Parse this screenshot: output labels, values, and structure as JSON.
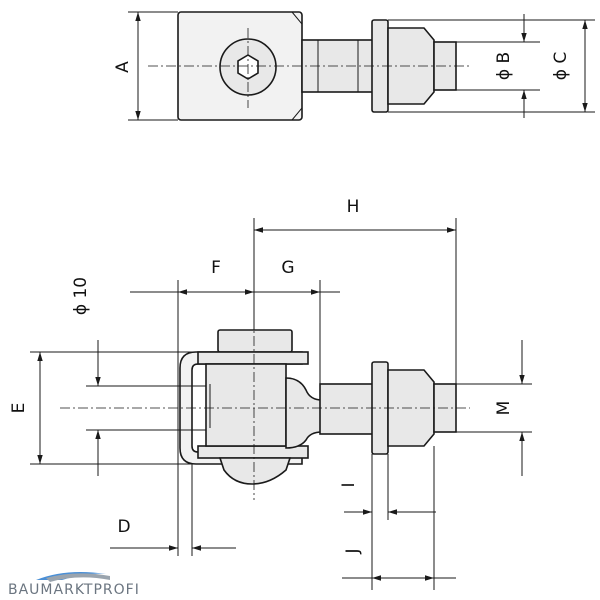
{
  "labels": {
    "A": "A",
    "B": "ϕ B",
    "C": "ϕ C",
    "D": "D",
    "E": "E",
    "F": "F",
    "G": "G",
    "H": "H",
    "I": "I",
    "J": "J",
    "M": "M",
    "phi10": "ϕ 10"
  },
  "brand": {
    "name": "BAUMARKTPROFI",
    "accent": "#4a8fd6"
  }
}
